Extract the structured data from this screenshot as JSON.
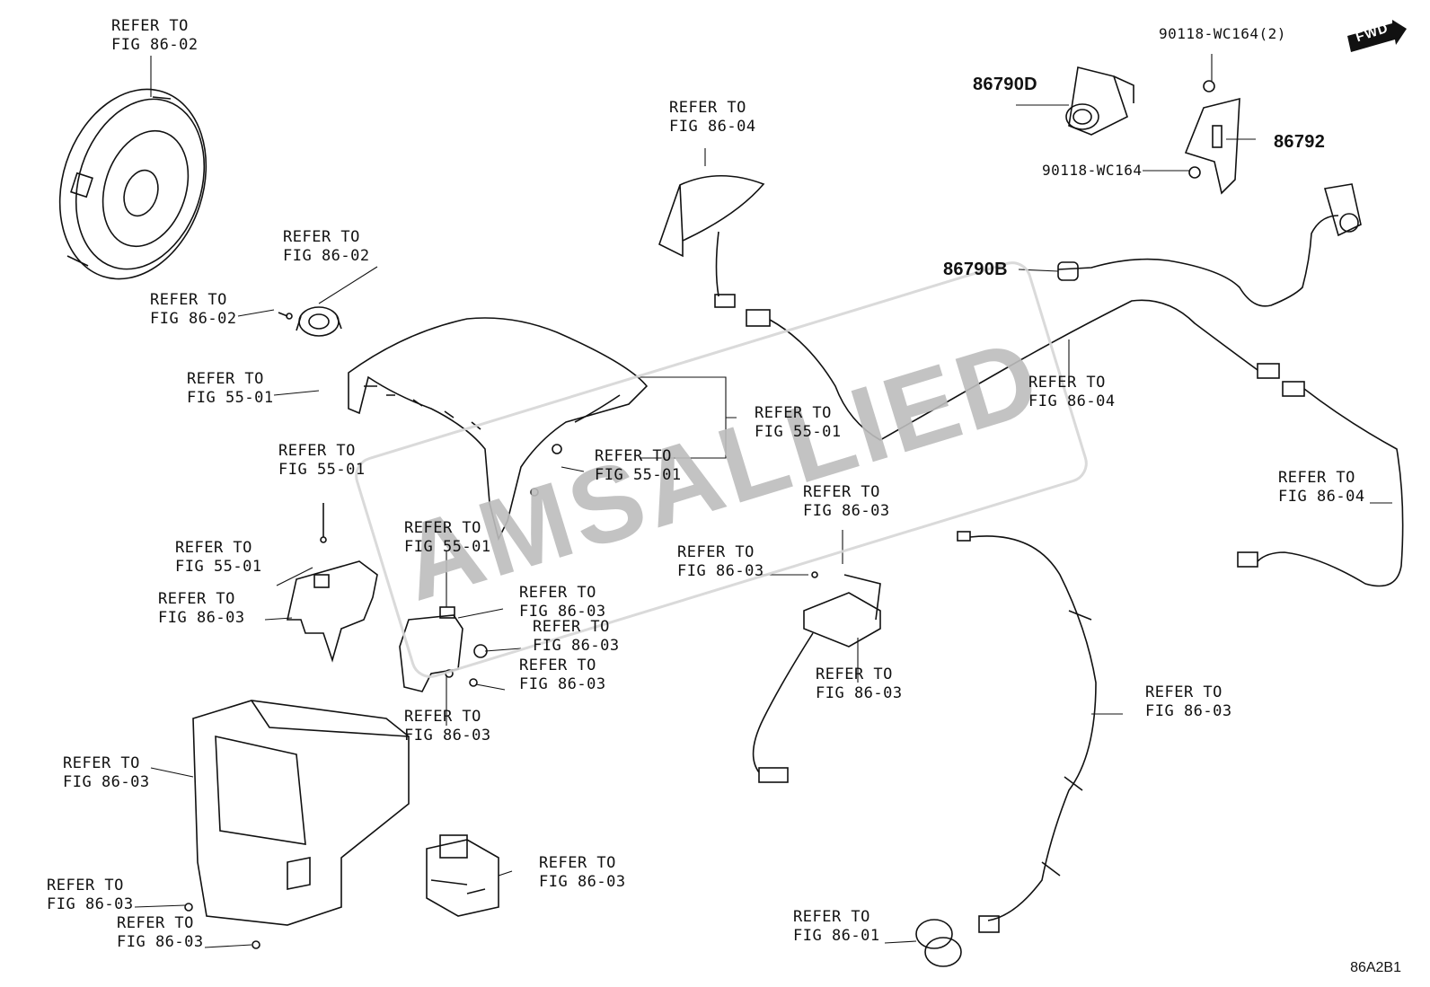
{
  "watermark": "AMSALLIED",
  "fwd_label": "FWD",
  "diagram_code": "86A2B1",
  "part_numbers": {
    "p86790D": "86790D",
    "p86790B": "86790B",
    "p86792": "86792",
    "c90118_2": "90118-WC164(2)",
    "c90118": "90118-WC164"
  },
  "labels": [
    "REFER TO\nFIG 86-02",
    "REFER TO\nFIG 86-02",
    "REFER TO\nFIG 86-02",
    "REFER TO\nFIG 55-01",
    "REFER TO\nFIG 55-01",
    "REFER TO\nFIG 55-01",
    "REFER TO\nFIG 86-03",
    "REFER TO\nFIG 55-01",
    "REFER TO\nFIG 86-03",
    "REFER TO\nFIG 86-03",
    "REFER TO\nFIG 86-03",
    "REFER TO\nFIG 86-03",
    "REFER TO\nFIG 86-03",
    "REFER TO\nFIG 86-03",
    "REFER TO\nFIG 86-03",
    "REFER TO\nFIG 86-03",
    "REFER TO\nFIG 86-04",
    "REFER TO\nFIG 55-01",
    "REFER TO\nFIG 55-01",
    "REFER TO\nFIG 86-03",
    "REFER TO\nFIG 86-03",
    "REFER TO\nFIG 86-03",
    "REFER TO\nFIG 86-04",
    "REFER TO\nFIG 86-04",
    "REFER TO\nFIG 86-03",
    "REFER TO\nFIG 86-01"
  ]
}
